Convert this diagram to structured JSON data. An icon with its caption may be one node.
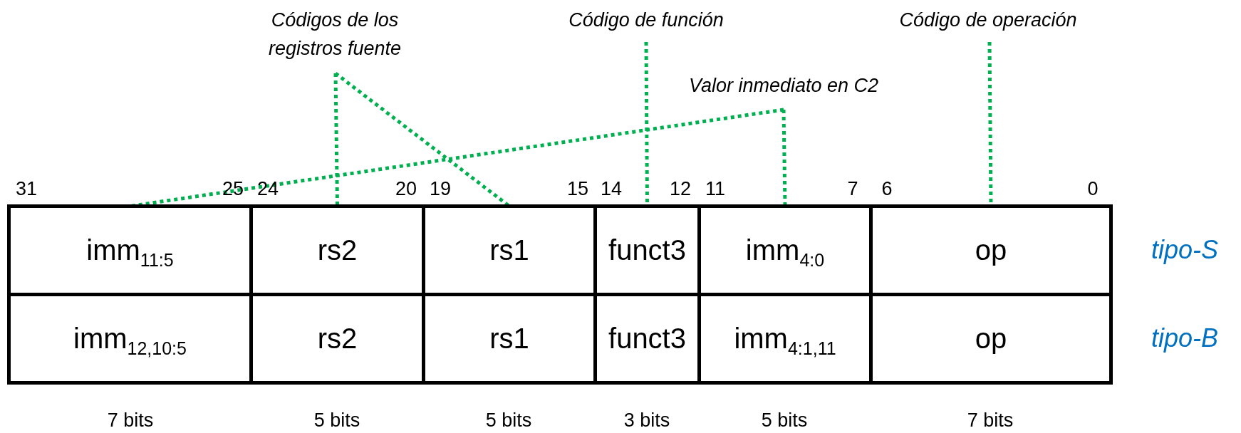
{
  "diagram": {
    "nodes": [
      {
        "text": [
          "Códigos de los registros fuente"
        ]
      },
      {
        "text": [
          "Código de función"
        ]
      },
      {
        "text": [
          "Código de operación"
        ]
      },
      {
        "text": [
          "Valor inmediato en C2"
        ]
      },
      {
        "text": [
          "imm$_{11:5}$"
        ]
      },
      {
        "text": [
          "rs2"
        ]
      },
      {
        "text": [
          "rs1"
        ]
      },
      {
        "text": [
          "funct3"
        ]
      },
      {
        "text": [
          "imm$_{4:0}$"
        ]
      },
      {
        "text": [
          "op"
        ]
      },
      {
        "text": [
          "imm$_{12,10:5}$"
        ]
      },
      {
        "text": [
          "rs2"
        ]
      },
      {
        "text": [
          "rs1"
        ]
      },
      {
        "text": [
          "funct3"
        ]
      },
      {
        "text": [
          "imm$_{4:1,11}$"
        ]
      },
      {
        "text": [
          "op"
        ]
      }
    ],
    "edges": [
      {
        "from": 0,
        "to": 5,
        "arrow": "none",
        "style": "dashed"
      },
      {
        "from": 0,
        "to": 6,
        "arrow": "none",
        "style": "dashed"
      },
      {
        "from": 1,
        "to": 7,
        "arrow": "none",
        "style": "dashed"
      },
      {
        "from": 2,
        "to": 9,
        "arrow": "none",
        "style": "dashed"
      },
      {
        "from": 3,
        "to": 4,
        "arrow": "none",
        "style": "dashed"
      },
      {
        "from": 3,
        "to": 8,
        "arrow": "none",
        "style": "dashed"
      }
    ],
    "labels": [
      "31",
      "25",
      "24",
      "20",
      "19",
      "15",
      "14",
      "12",
      "11",
      "7",
      "6",
      "0",
      "tipo-S",
      "tipo-B",
      "7 bits",
      "5 bits",
      "5 bits",
      "3 bits",
      "5 bits",
      "7 bits"
    ]
  }
}
